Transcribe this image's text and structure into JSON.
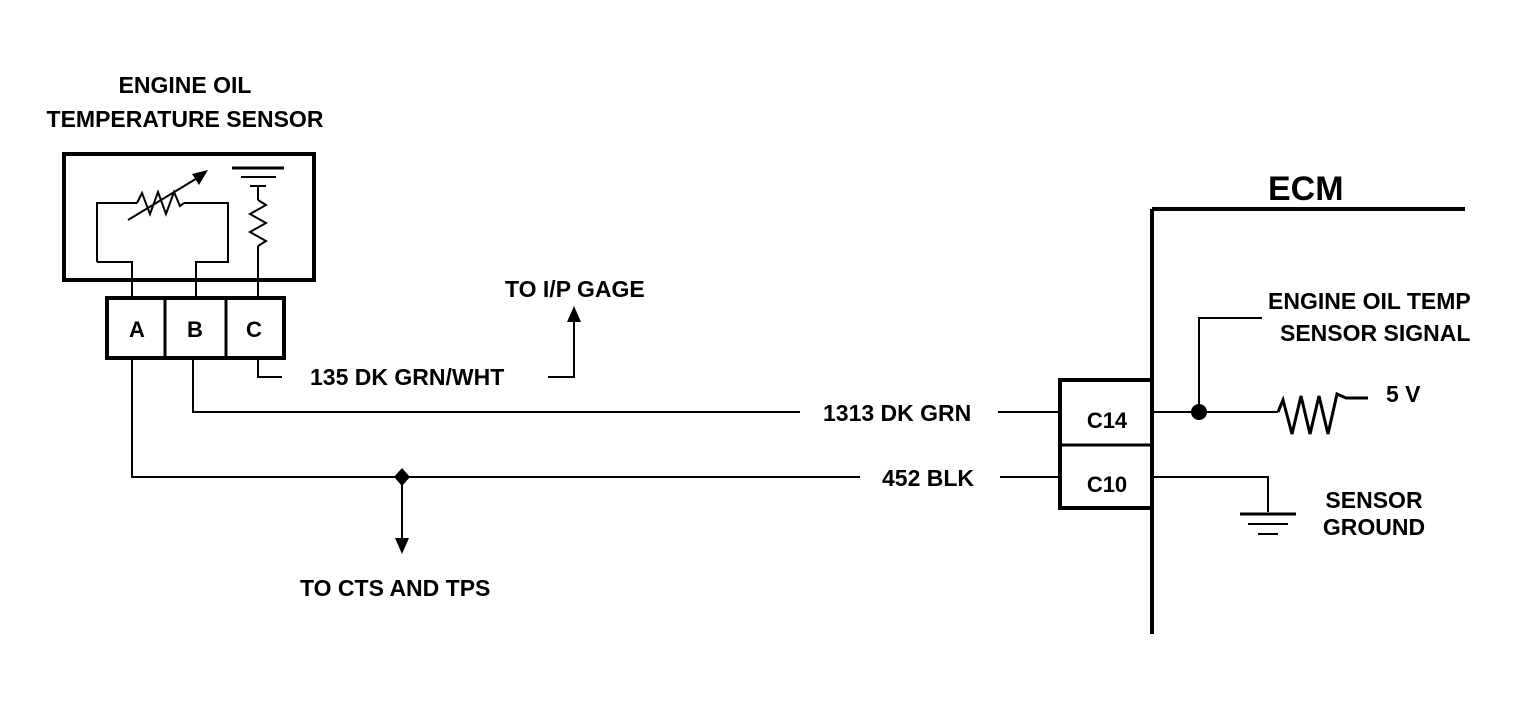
{
  "sensor": {
    "title_line1": "ENGINE OIL",
    "title_line2": "TEMPERATURE SENSOR",
    "pin_a": "A",
    "pin_b": "B",
    "pin_c": "C"
  },
  "wires": {
    "gage_wire": "135 DK GRN/WHT",
    "gage_dest": "TO I/P GAGE",
    "signal_wire": "1313 DK GRN",
    "ground_wire": "452 BLK",
    "ground_dest": "TO CTS AND TPS"
  },
  "ecm": {
    "title": "ECM",
    "pin_c14": "C14",
    "pin_c10": "C10",
    "signal_label_line1": "ENGINE OIL TEMP",
    "signal_label_line2": "SENSOR SIGNAL",
    "reference_voltage": "5 V",
    "ground_label_line1": "SENSOR",
    "ground_label_line2": "GROUND"
  }
}
